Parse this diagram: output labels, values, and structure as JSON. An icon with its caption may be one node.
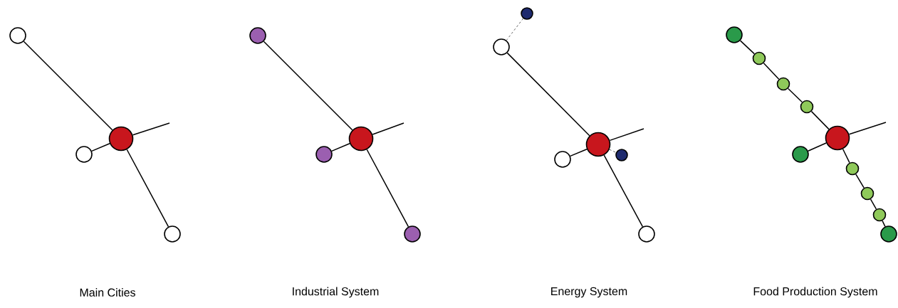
{
  "diagram": {
    "nodes": [
      {
        "text": [],
        "shape": "circle"
      },
      {
        "text": [],
        "shape": "circle"
      },
      {
        "text": [],
        "shape": "circle"
      },
      {
        "text": [],
        "shape": "circle"
      },
      {
        "text": [],
        "shape": "circle"
      },
      {
        "text": [],
        "shape": "circle"
      },
      {
        "text": [],
        "shape": "circle"
      },
      {
        "text": [],
        "shape": "circle"
      },
      {
        "text": [],
        "shape": "circle"
      },
      {
        "text": [],
        "shape": "circle"
      },
      {
        "text": [],
        "shape": "circle"
      },
      {
        "text": [],
        "shape": "circle"
      },
      {
        "text": [],
        "shape": "circle"
      },
      {
        "text": [],
        "shape": "circle"
      },
      {
        "text": [],
        "shape": "circle"
      },
      {
        "text": [],
        "shape": "circle"
      },
      {
        "text": [],
        "shape": "circle"
      },
      {
        "text": [],
        "shape": "circle"
      },
      {
        "text": [],
        "shape": "circle"
      },
      {
        "text": [],
        "shape": "circle"
      },
      {
        "text": [],
        "shape": "circle"
      },
      {
        "text": [],
        "shape": "circle"
      },
      {
        "text": [],
        "shape": "circle"
      },
      {
        "text": [],
        "shape": "circle"
      }
    ],
    "edges": [
      {
        "from": 1,
        "to": 0,
        "arrow": "none"
      },
      {
        "from": 1,
        "to": 2,
        "arrow": "none"
      },
      {
        "from": 1,
        "to": 3,
        "arrow": "none"
      },
      {
        "from": 1,
        "to": null,
        "arrow": "none"
      },
      {
        "from": 5,
        "to": 4,
        "arrow": "none"
      },
      {
        "from": 5,
        "to": 6,
        "arrow": "none"
      },
      {
        "from": 5,
        "to": 7,
        "arrow": "none"
      },
      {
        "from": 5,
        "to": null,
        "arrow": "none"
      },
      {
        "from": 8,
        "to": 9,
        "arrow": "none",
        "style": "dashed"
      },
      {
        "from": 10,
        "to": 9,
        "arrow": "none"
      },
      {
        "from": 10,
        "to": 11,
        "arrow": "none"
      },
      {
        "from": 10,
        "to": 13,
        "arrow": "none"
      },
      {
        "from": 10,
        "to": null,
        "arrow": "none"
      },
      {
        "from": 10,
        "to": 12,
        "arrow": "none",
        "style": "dashed"
      },
      {
        "from": 14,
        "to": 15,
        "arrow": "none"
      },
      {
        "from": 15,
        "to": 16,
        "arrow": "none"
      },
      {
        "from": 16,
        "to": 17,
        "arrow": "none"
      },
      {
        "from": 17,
        "to": 18,
        "arrow": "none"
      },
      {
        "from": 18,
        "to": 19,
        "arrow": "none"
      },
      {
        "from": 18,
        "to": 20,
        "arrow": "none"
      },
      {
        "from": 20,
        "to": 21,
        "arrow": "none"
      },
      {
        "from": 21,
        "to": 22,
        "arrow": "none"
      },
      {
        "from": 22,
        "to": 23,
        "arrow": "none"
      },
      {
        "from": 18,
        "to": null,
        "arrow": "none"
      }
    ],
    "labels": [
      "Main Cities",
      "Industrial System",
      "Energy System",
      "Food Production System"
    ]
  }
}
